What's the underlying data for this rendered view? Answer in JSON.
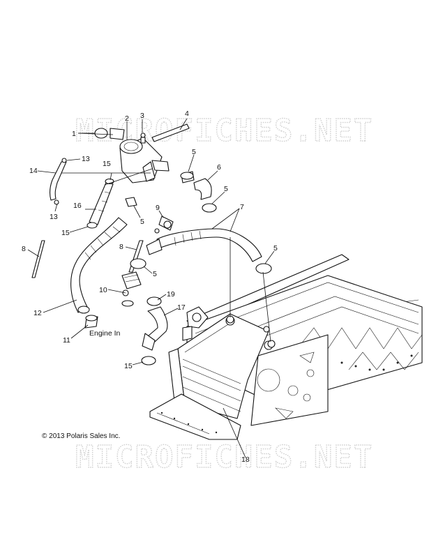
{
  "watermark": {
    "top": "MICROFICHES.NET",
    "bottom": "MICROFICHES.NET"
  },
  "copyright": "© 2013 Polaris Sales Inc.",
  "annotation_engine_in": "Engine In",
  "callouts": {
    "c1": "1",
    "c2": "2",
    "c3": "3",
    "c4": "4",
    "c5a": "5",
    "c5b": "5",
    "c5c": "5",
    "c5d": "5",
    "c5e": "5",
    "c6": "6",
    "c7": "7",
    "c8a": "8",
    "c8b": "8",
    "c9": "9",
    "c10": "10",
    "c11": "11",
    "c12": "12",
    "c13a": "13",
    "c13b": "13",
    "c14": "14",
    "c15a": "15",
    "c15b": "15",
    "c15c": "15",
    "c16": "16",
    "c17": "17",
    "c18": "18",
    "c19": "19"
  }
}
